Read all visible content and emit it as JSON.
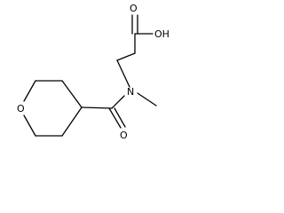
{
  "molecule": {
    "atoms": {
      "carbonyl_acid_oxygen": "O",
      "hydroxyl": "OH",
      "nitrogen": "N",
      "amide_oxygen": "O",
      "ring_oxygen": "O"
    },
    "colors": {
      "bond": "#000000",
      "label": "#000000",
      "background": "#ffffff"
    }
  }
}
